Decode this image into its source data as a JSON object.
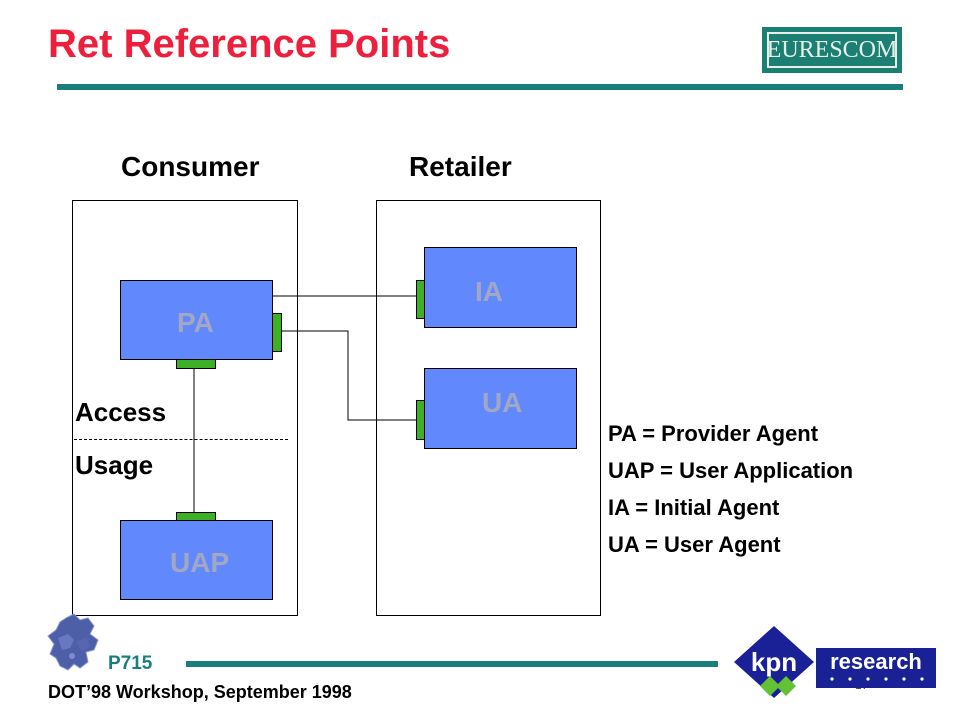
{
  "slide": {
    "title": "Ret Reference Points",
    "logo_text": "EURESCOM",
    "project_code": "P715",
    "footer_text": "DOT’98 Workshop, September 1998",
    "page_number": "17"
  },
  "domains": {
    "consumer": "Consumer",
    "retailer": "Retailer"
  },
  "agents": {
    "pa": "PA",
    "uap": "UAP",
    "ia": "IA",
    "ua": "UA"
  },
  "separator": {
    "access": "Access",
    "usage": "Usage"
  },
  "legend": [
    "PA = Provider Agent",
    "UAP = User Application",
    "IA = Initial Agent",
    "UA = User Agent"
  ],
  "kpn_logo": {
    "kpn": "kpn",
    "research": "research"
  },
  "colors": {
    "title": "#ee1f3c",
    "teal_rule": "#1a7f7c",
    "agent_fill": "#6288fe",
    "agent_label": "#a2a7c4",
    "port": "#3cb125",
    "eurescom": "#1b7f73",
    "kpn_blue": "#1a2196",
    "kpn_green": "#63c136"
  }
}
